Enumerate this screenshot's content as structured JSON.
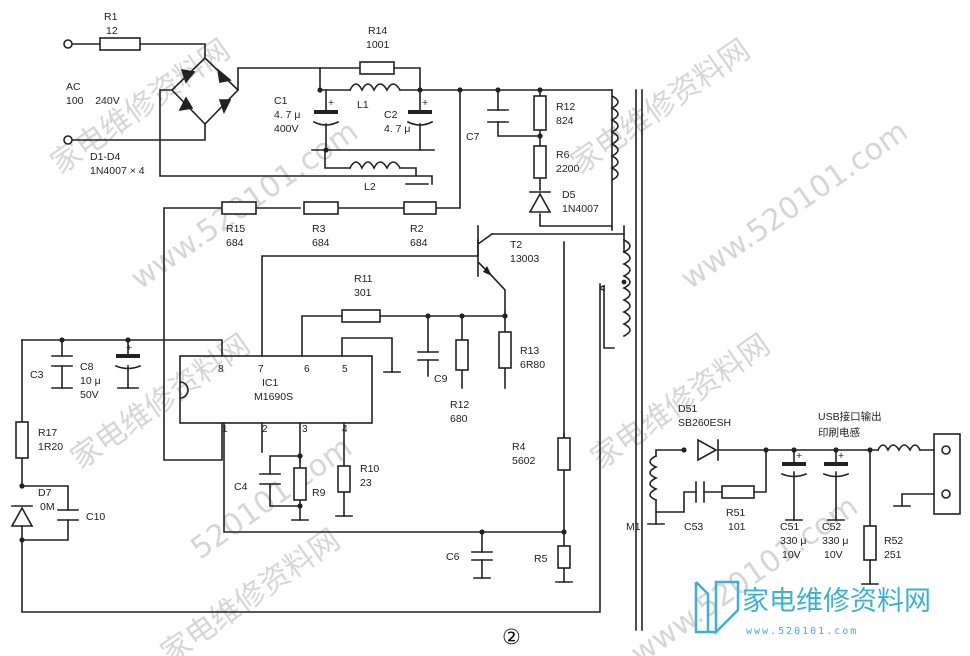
{
  "watermark": {
    "cn": "家电维修资料网",
    "url": "www.520101.com",
    "url_short": "520101.com"
  },
  "logo": {
    "title": "家电维修资料网",
    "subtitle": "www.520101.com",
    "color": "#3fb0cf"
  },
  "figure_number": "②",
  "labels": {
    "r1": "R1",
    "r1_v": "12",
    "r14": "R14",
    "r14_v": "1001",
    "ac": "AC",
    "ac_v": "100    240V",
    "c1": "C1",
    "c1_v1": "4. 7 μ",
    "c1_v2": "400V",
    "l1": "L1",
    "c2": "C2",
    "c2_v": "4. 7 μ",
    "d1d4": "D1-D4",
    "d1d4_v": "1N4007 × 4",
    "l2": "L2",
    "r12a": "R12",
    "r12a_v": "824",
    "r6": "R6",
    "r6_v": "2200",
    "c7": "C7",
    "d5": "D5",
    "d5_v": "1N4007",
    "r15": "R15",
    "r15_v": "684",
    "r3": "R3",
    "r3_v": "684",
    "r2": "R2",
    "r2_v": "684",
    "t2": "T2",
    "t2_v": "13003",
    "r11": "R11",
    "r11_v": "301",
    "r13": "R13",
    "r13_v": "6R80",
    "c3": "C3",
    "c8": "C8",
    "c8_v1": "10 μ",
    "c8_v2": "50V",
    "ic1": "IC1",
    "ic1_v": "M1690S",
    "c9": "C9",
    "r12b": "R12",
    "r12b_v": "680",
    "r17": "R17",
    "r17_v": "1R20",
    "d7": "D7",
    "d7_v": "0M",
    "c10": "C10",
    "c4": "C4",
    "r9": "R9",
    "r10": "R10",
    "r10_v": "23",
    "r4": "R4",
    "r4_v": "5602",
    "c6": "C6",
    "r5": "R5",
    "m1": "M1",
    "d51": "D51",
    "d51_v": "SB260ESH",
    "usb": "USB接口输出",
    "usb2": "印刷电感",
    "c53": "C53",
    "r51": "R51",
    "r51_v": "101",
    "c51": "C51",
    "c51_v1": "330 μ",
    "c51_v2": "10V",
    "c52": "C52",
    "c52_v1": "330 μ",
    "c52_v2": "10V",
    "r52": "R52",
    "r52_v": "251"
  },
  "ic_pins": {
    "p8": "8",
    "p7": "7",
    "p6": "6",
    "p5": "5",
    "p1": "1",
    "p2": "2",
    "p3": "3",
    "p4": "4"
  }
}
